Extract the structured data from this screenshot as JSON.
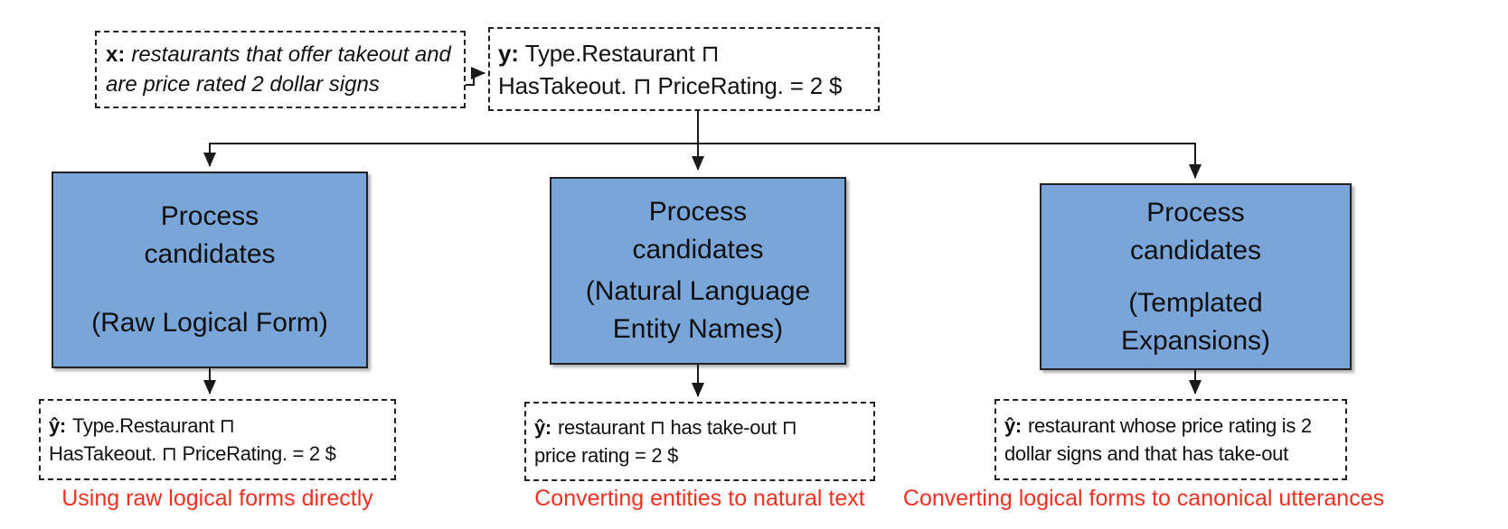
{
  "diagram": {
    "input_box": {
      "label": "x:",
      "text": "restaurants that offer takeout and\nare price rated 2 dollar signs"
    },
    "gold_box": {
      "label": "y:",
      "text": "Type.Restaurant ⊓\nHasTakeout. ⊓ PriceRating. = 2 $"
    },
    "branches": [
      {
        "process_box": {
          "title": "Process\ncandidates",
          "subtitle": "(Raw Logical Form)"
        },
        "output_box": {
          "label": "ŷ:",
          "text": "Type.Restaurant ⊓\nHasTakeout. ⊓ PriceRating. = 2 $"
        },
        "caption": "Using raw logical forms directly"
      },
      {
        "process_box": {
          "title": "Process\ncandidates",
          "subtitle": "(Natural Language\nEntity Names)"
        },
        "output_box": {
          "label": "ŷ:",
          "text": "restaurant ⊓ has take-out ⊓\nprice rating = 2 $"
        },
        "caption": "Converting entities to natural text"
      },
      {
        "process_box": {
          "title": "Process\ncandidates",
          "subtitle": "(Templated\nExpansions)"
        },
        "output_box": {
          "label": "ŷ:",
          "text": "restaurant whose price rating is 2\ndollar signs and that has take-out"
        },
        "caption": "Converting logical forms to canonical utterances"
      }
    ],
    "colors": {
      "process_fill": "#79A5D8",
      "process_border": "#222222",
      "caption": "#EE3123",
      "connector": "#1A1A1A"
    }
  }
}
